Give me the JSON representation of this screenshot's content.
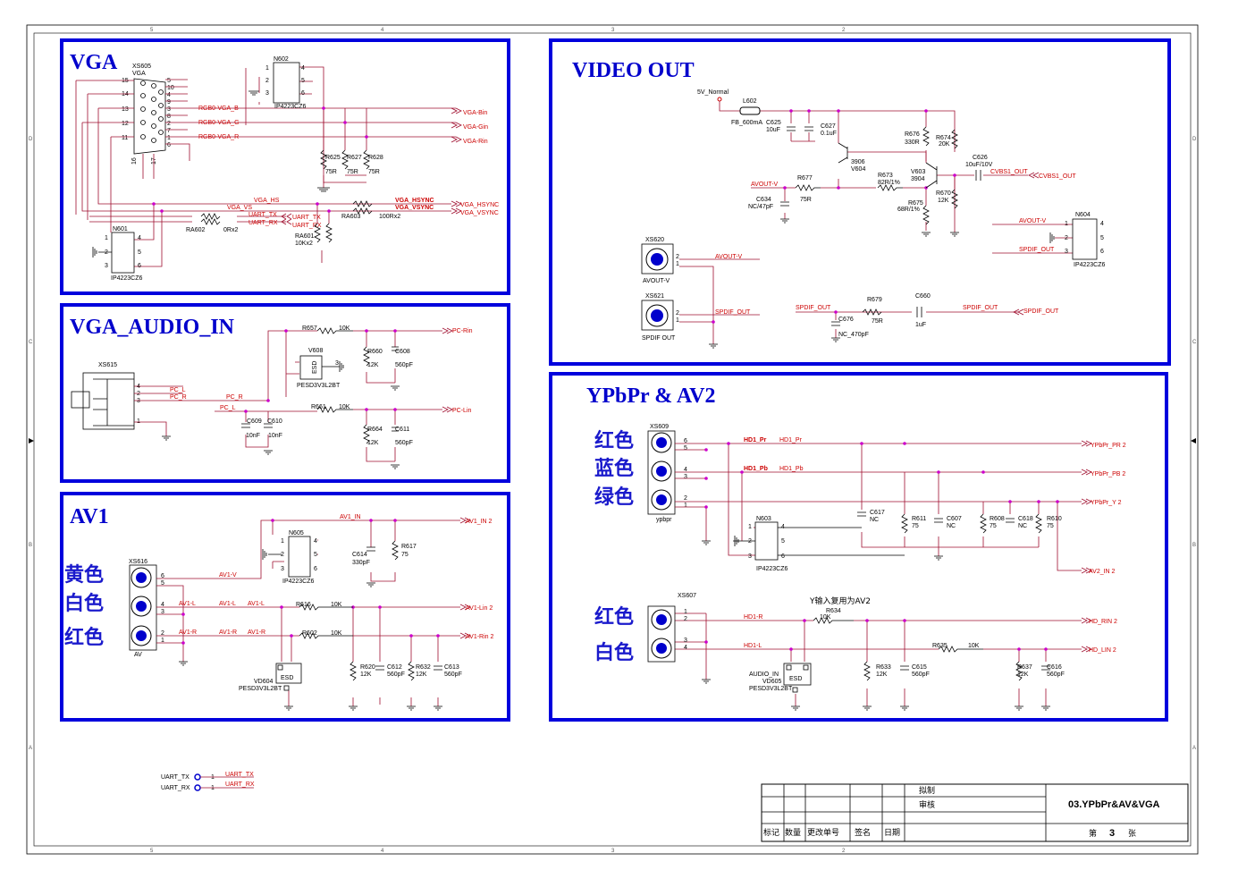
{
  "sections": {
    "vga": "VGA",
    "vga_audio": "VGA_AUDIO_IN",
    "av1": "AV1",
    "video_out": "VIDEO OUT",
    "ypbpr": "YPbPr & AV2"
  },
  "colors": {
    "section_border": "#0000dd",
    "title": "#0000cc",
    "net": "#cc0000",
    "wire": "#a01030",
    "node": "#cc00cc"
  },
  "vga": {
    "connector": "XS605",
    "connector_type": "VGA",
    "pins_left": [
      "15",
      "14",
      "13",
      "12",
      "11"
    ],
    "pins_right": [
      "5",
      "10",
      "4",
      "9",
      "3",
      "8",
      "2",
      "7",
      "1",
      "6"
    ],
    "pins_bottom": [
      "16",
      "17"
    ],
    "nets": [
      "RGB0-VGA_B",
      "RGB0-VGA_G",
      "RGB0-VGA_R"
    ],
    "outputs": [
      "VGA-Bin",
      "VGA-Gin",
      "VGA-Rin"
    ],
    "ic_top": "N602",
    "ic_top_part": "IP4223CZ6",
    "r625": "R625",
    "r627": "R627",
    "r628": "R628",
    "r75": "75R",
    "vga_hs": "VGA_HS",
    "vga_vs": "VGA_VS",
    "uart_tx": "UART_TX",
    "uart_rx": "UART_RX",
    "hsync": "VGA_HSYNC",
    "vsync": "VGA_VSYNC",
    "ra603": "RA603",
    "ra603_val": "100Rx2",
    "ra602": "RA602",
    "ra602_val": "0Rx2",
    "ra601": "RA601",
    "ra601_val": "10Kx2",
    "ic_bot": "N601",
    "ic_bot_part": "IP4223CZ6"
  },
  "audio": {
    "connector": "XS615",
    "pc_l": "PC_L",
    "pc_r": "PC_R",
    "r657": "R657",
    "r661": "R661",
    "r10k": "10K",
    "v608": "V608",
    "esd": "ESD",
    "esd_part": "PESD3V3L2BT",
    "r660": "R660",
    "c608": "C608",
    "r664": "R664",
    "c611": "C611",
    "r12k": "12K",
    "c560": "560pF",
    "c609": "C609",
    "c610": "C610",
    "c10n": "10nF",
    "pc_rin": "PC-Rin",
    "pc_lin": "PC-Lin"
  },
  "av1": {
    "connector": "XS616",
    "connector_name": "AV",
    "cn_yellow": "黄色",
    "cn_white": "白色",
    "cn_red": "红色",
    "av1_in": "AV1_IN",
    "av1_v": "AV1-V",
    "av1_l": "AV1-L",
    "av1_r": "AV1-R",
    "n605": "N605",
    "n605_part": "IP4223CZ6",
    "c614": "C614",
    "c614_val": "330pF",
    "r617": "R617",
    "r75": "75",
    "r616": "R616",
    "r602": "R602",
    "r10k": "10K",
    "vd604": "VD604",
    "esd_part": "PESD3V3L2BT",
    "esd": "ESD",
    "r620": "R620",
    "c612": "C612",
    "r632": "R632",
    "c613": "C613",
    "r12k": "12K",
    "c560": "560pF",
    "out_in": "AV1_IN  2",
    "out_lin": "AV1-Lin  2",
    "out_rin": "AV1-Rin  2"
  },
  "video_out": {
    "supply": "5V_Normal",
    "l602": "L602",
    "l602_val": "FB_600mA",
    "c625": "C625",
    "c625_val": "10uF",
    "c627": "C627",
    "c627_val": "0.1uF",
    "r676": "R676",
    "r676_val": "330R",
    "r674": "R674",
    "r674_val": "20K",
    "q604_part": "3906",
    "q604": "V604",
    "q603": "V603",
    "q603_part": "3904",
    "c626": "C626",
    "c626_val": "10uF/10V",
    "cvbs1": "CVBS1_OUT",
    "avout_v": "AVOUT-V",
    "r677": "R677",
    "r677_val": "75R",
    "r673": "R673",
    "r673_val": "82R/1%",
    "r675": "R675",
    "r675_val": "68R/1%",
    "r670": "R670",
    "r670_val": "12K",
    "c634": "C634",
    "c634_val": "NC/47pF",
    "xs620": "XS620",
    "xs620_name": "AVOUT-V",
    "xs621": "XS621",
    "xs621_name": "SPDIF OUT",
    "spdif": "SPDIF_OUT",
    "n604": "N604",
    "n604_part": "IP4223CZ6",
    "c676": "C676",
    "c676_val": "NC_470pF",
    "r679": "R679",
    "r679_val": "75R",
    "c660": "C660",
    "c660_val": "1uF"
  },
  "ypbpr": {
    "connector": "XS609",
    "connector_name": "ypbpr",
    "cn_red": "红色",
    "cn_blue": "蓝色",
    "cn_green": "绿色",
    "hd1_pr": "HD1_Pr",
    "hd1_pb": "HD1_Pb",
    "out_pr": "YPbPr_PR  2",
    "out_pb": "YPbPr_PB  2",
    "out_y": "YPbPr_Y  2",
    "n603": "N603",
    "n603_part": "IP4223CZ6",
    "c617": "C617",
    "c607": "C607",
    "c618": "C618",
    "nc": "NC",
    "r611": "R611",
    "r608": "R608",
    "r610": "R610",
    "r75": "75",
    "av2_in": "AV2_IN  2",
    "xs607": "XS607",
    "note": "Y输入复用为AV2",
    "cn_red2": "红色",
    "cn_white2": "白色",
    "hd1_r": "HD1-R",
    "hd1_l": "HD1-L",
    "r634": "R634",
    "r635": "R635",
    "r10k": "10K",
    "audio_in": "AUDIO_IN",
    "vd605": "VD605",
    "esd_part": "PESD3V3L2BT",
    "esd": "ESD",
    "r633": "R633",
    "c615": "C615",
    "r637": "R637",
    "c616": "C616",
    "r12k": "12K",
    "c560": "560pF",
    "hd_rin": "HD_RIN  2",
    "hd_lin": "HD_LIN  2"
  },
  "uart": {
    "tx": "UART_TX",
    "rx": "UART_RX",
    "tx_net": "UART_TX",
    "rx_net": "UART_RX",
    "pin": "1"
  },
  "titleblock": {
    "draft": "拟制",
    "review": "审核",
    "mark": "标记",
    "qty": "数量",
    "change_no": "更改单号",
    "sign": "签名",
    "date": "日期",
    "title": "03.YPbPr&AV&VGA",
    "sheet_pre": "第",
    "sheet_no": "3",
    "sheet_post": "张"
  },
  "grid": {
    "top": [
      "5",
      "4",
      "3",
      "2"
    ],
    "side": [
      "D",
      "C",
      "B",
      "A"
    ]
  }
}
